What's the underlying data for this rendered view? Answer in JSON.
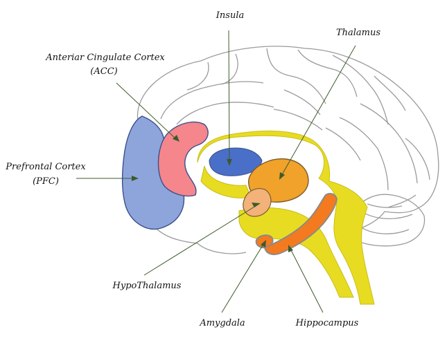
{
  "labels": {
    "insula": "Insula",
    "thalamus": "Thalamus",
    "acc_line1": "Anteriar Cingulate Cortex",
    "acc_line2": "(ACC)",
    "pfc_line1": "Prefrontal Cortex",
    "pfc_line2": "(PFC)",
    "hypothalamus": "HypoThalamus",
    "amygdala": "Amygdala",
    "hippocampus": "Hippocampus"
  },
  "colors": {
    "pfc": "#8ea5dc",
    "acc": "#f4868c",
    "insula": "#4a6fc8",
    "thalamus": "#f0a22a",
    "hypothalamus": "#f2b27a",
    "amygdala": "#f47a1f",
    "hippocampus": "#f47a1f",
    "brainstem": "#e8dc22",
    "outline": "#9a9a9a",
    "leader": "#3c5a2a"
  }
}
